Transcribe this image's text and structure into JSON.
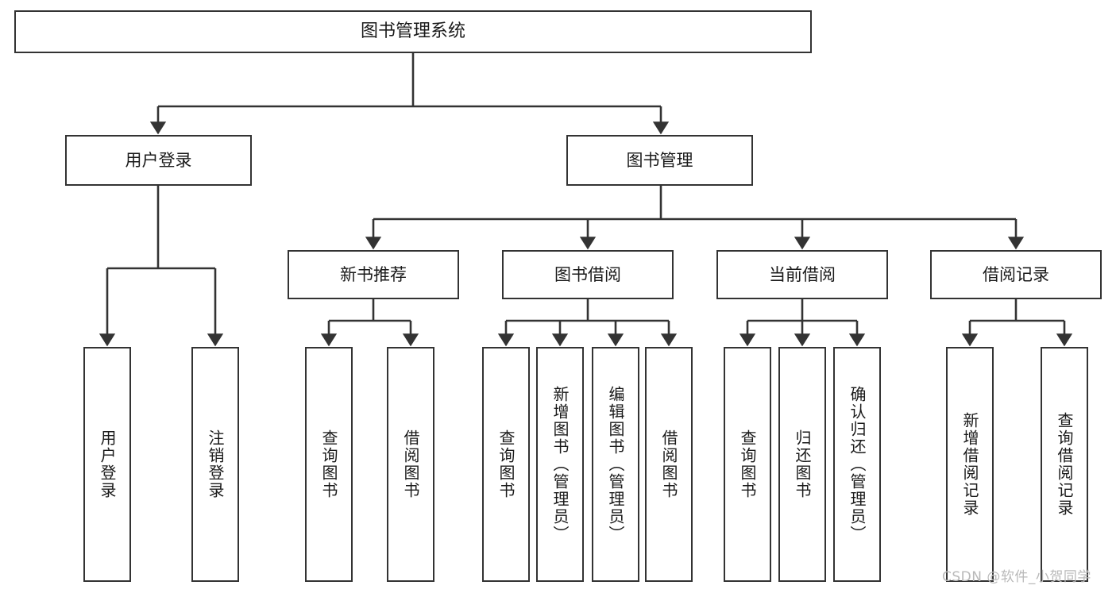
{
  "diagram": {
    "title": "图书管理系统",
    "type": "tree",
    "orientation": "top-down",
    "line_color": "#333333",
    "box_fill": "#ffffff",
    "text_color": "#1a1a1a",
    "nodes": {
      "root": {
        "label": "图书管理系统"
      },
      "level2": [
        {
          "id": "user-login",
          "label": "用户登录"
        },
        {
          "id": "book-manage",
          "label": "图书管理"
        }
      ],
      "level3": [
        {
          "id": "new-book-recommend",
          "label": "新书推荐"
        },
        {
          "id": "book-borrow",
          "label": "图书借阅"
        },
        {
          "id": "current-borrow",
          "label": "当前借阅"
        },
        {
          "id": "borrow-record",
          "label": "借阅记录"
        }
      ],
      "leaves": [
        {
          "id": "leaf-user-login",
          "label": "用户登录",
          "parent": "user-login"
        },
        {
          "id": "leaf-logout-login",
          "label": "注销登录",
          "parent": "user-login"
        },
        {
          "id": "leaf-query-book-1",
          "label": "查询图书",
          "parent": "new-book-recommend"
        },
        {
          "id": "leaf-borrow-book-1",
          "label": "借阅图书",
          "parent": "new-book-recommend"
        },
        {
          "id": "leaf-query-book-2",
          "label": "查询图书",
          "parent": "book-borrow"
        },
        {
          "id": "leaf-add-book",
          "label": "新增图书（管理员）",
          "parent": "book-borrow"
        },
        {
          "id": "leaf-edit-book",
          "label": "编辑图书（管理员）",
          "parent": "book-borrow"
        },
        {
          "id": "leaf-borrow-book-2",
          "label": "借阅图书",
          "parent": "book-borrow"
        },
        {
          "id": "leaf-query-book-3",
          "label": "查询图书",
          "parent": "current-borrow"
        },
        {
          "id": "leaf-return-book",
          "label": "归还图书",
          "parent": "current-borrow"
        },
        {
          "id": "leaf-confirm-return",
          "label": "确认归还（管理员）",
          "parent": "current-borrow"
        },
        {
          "id": "leaf-add-record",
          "label": "新增借阅记录",
          "parent": "borrow-record"
        },
        {
          "id": "leaf-query-record",
          "label": "查询借阅记录",
          "parent": "borrow-record"
        }
      ]
    },
    "watermark": "CSDN @软件_小贺同学"
  }
}
